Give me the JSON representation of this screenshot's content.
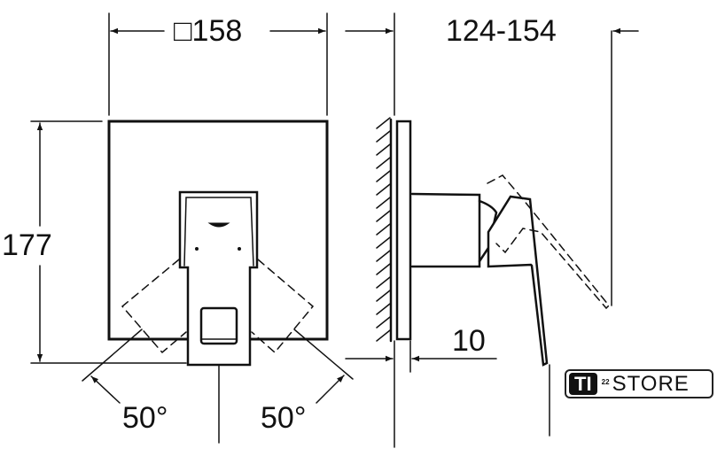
{
  "dimensions": {
    "width": "□158",
    "depth": "124-154",
    "height": "177",
    "angle_left": "50°",
    "angle_right": "50°",
    "plate_gap": "10"
  },
  "logo": {
    "mark": "TI",
    "superscript": "22",
    "text": "STORE"
  },
  "colors": {
    "line": "#111111",
    "background": "#ffffff"
  }
}
